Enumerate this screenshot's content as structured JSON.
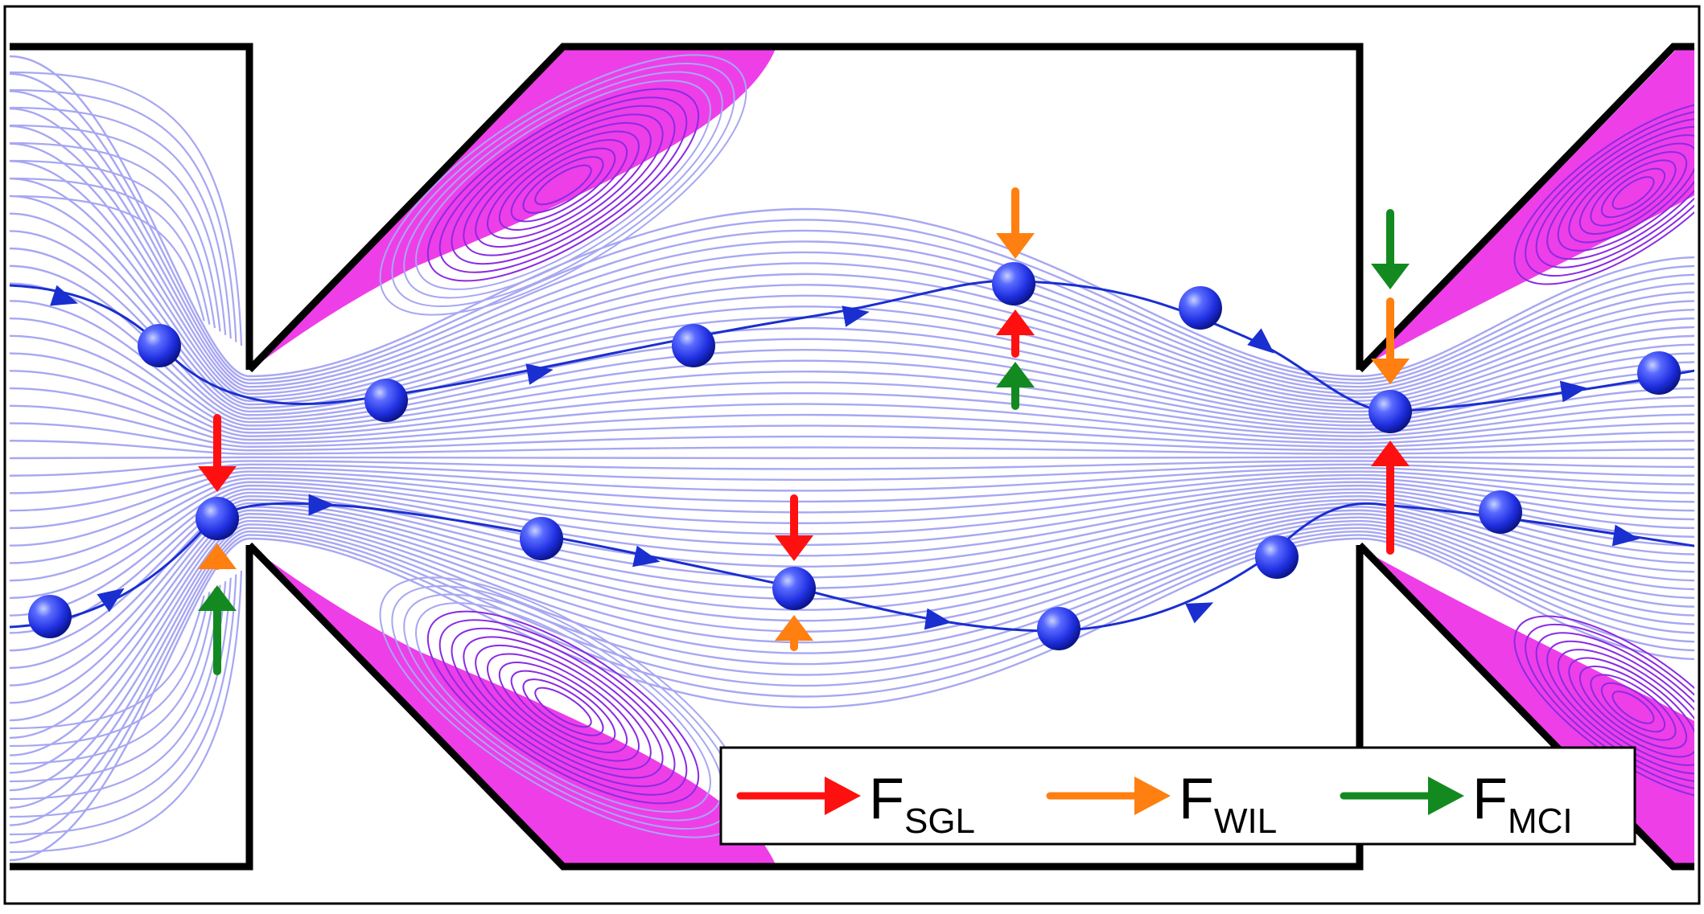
{
  "figure": {
    "colors": {
      "background": "#ffffff",
      "channel_wall": "#000000",
      "streamline": "#a7a7f2",
      "vortex_streamline": "#8a2be2",
      "recirculation_region": "#ee3ee8",
      "particle_trajectory": "#1a2fd0",
      "particle": "#1f2fe0",
      "direction_arrowhead": "#1a2fd0"
    }
  },
  "legend": {
    "items": [
      {
        "symbol": "F",
        "subscript": "SGL",
        "color": "#ff1010",
        "icon": "arrow-right-icon"
      },
      {
        "symbol": "F",
        "subscript": "WIL",
        "color": "#ff7f10",
        "icon": "arrow-right-icon"
      },
      {
        "symbol": "F",
        "subscript": "MCI",
        "color": "#138a1f",
        "icon": "arrow-right-icon"
      }
    ]
  }
}
